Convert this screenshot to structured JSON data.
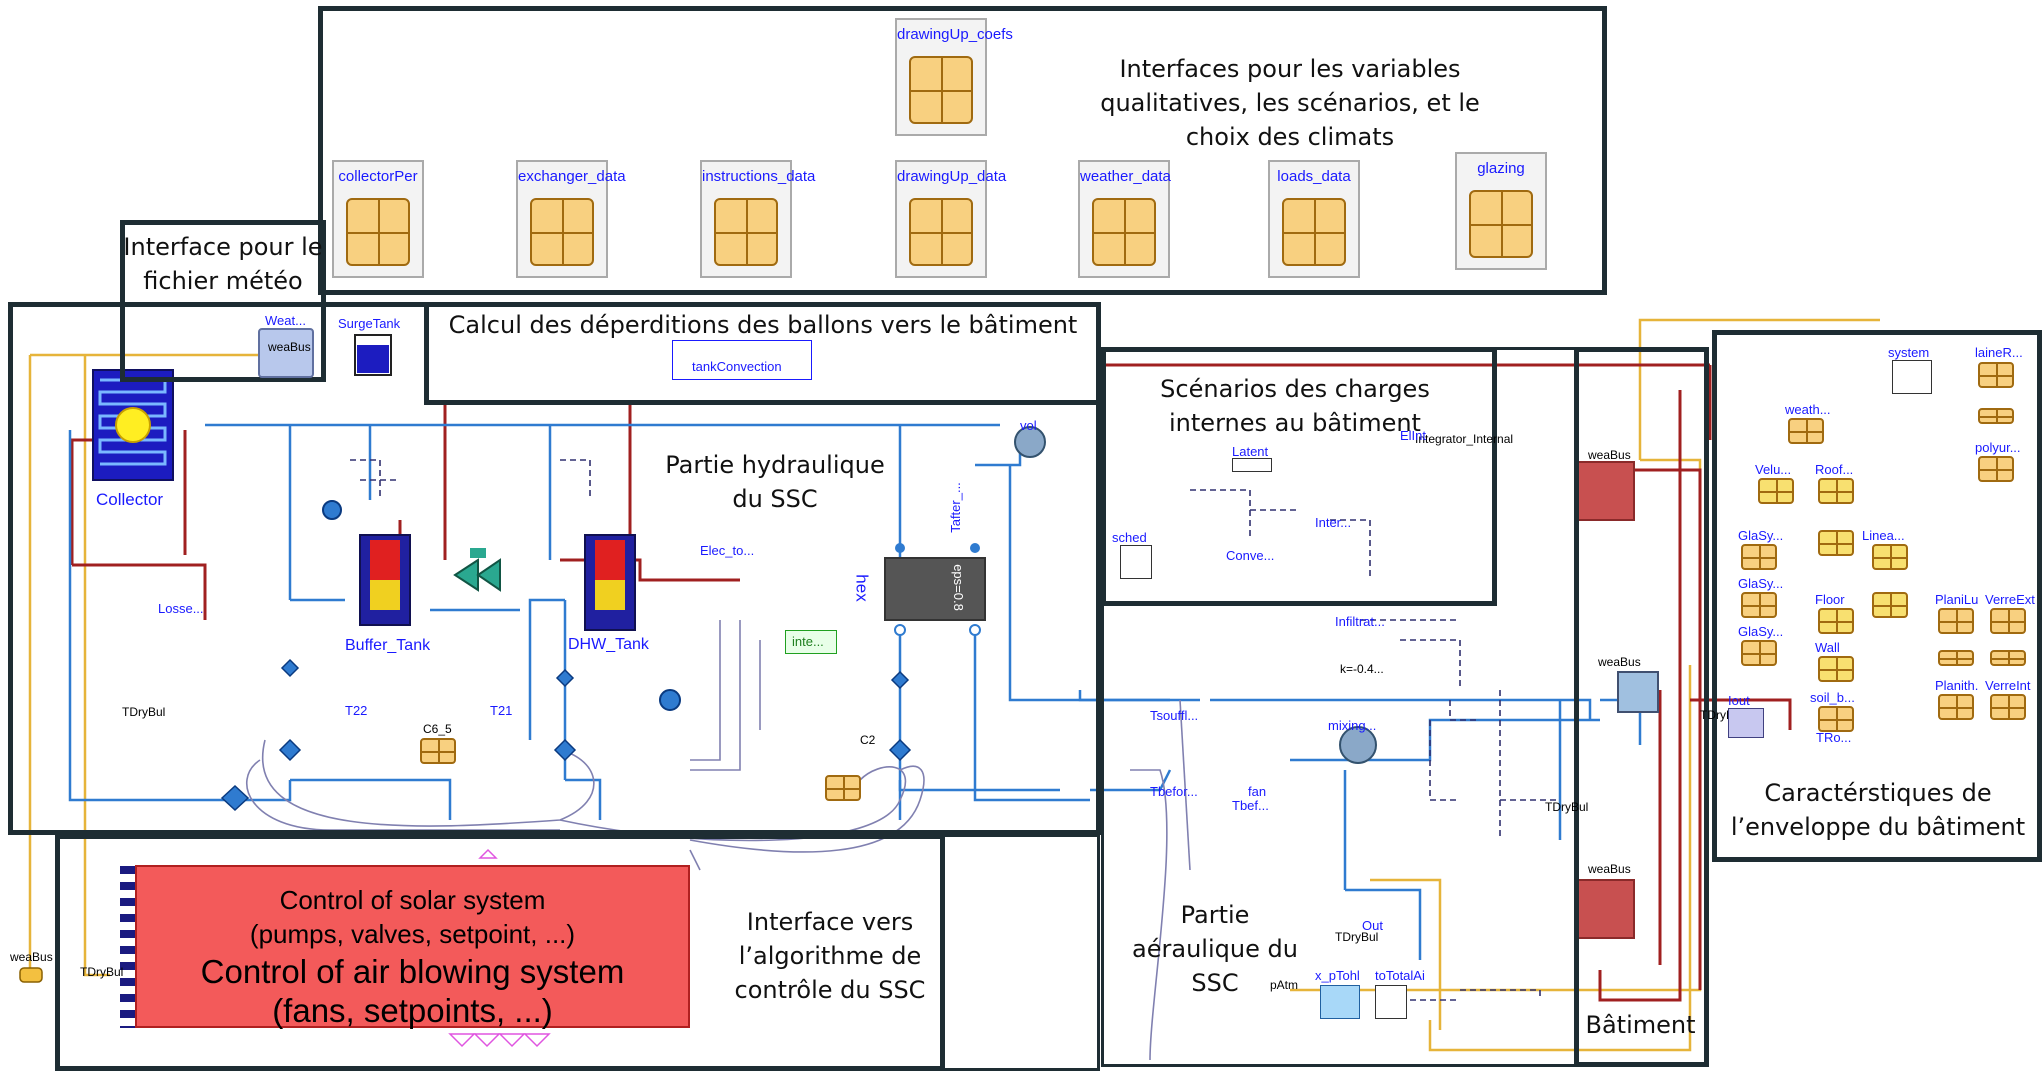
{
  "notes": {
    "interfaces_vars": "Interfaces pour les variables qualitatives, les scénarios, et le choix des climats",
    "interface_meteo": "Interface pour le fichier météo",
    "deperditions": "Calcul des déperditions des ballons vers le bâtiment",
    "partie_hydraulique": "Partie hydraulique du SSC",
    "scenarios_charges": "Scénarios des charges internes au bâtiment",
    "partie_aeraulique": "Partie aéraulique du SSC",
    "interface_algo": "Interface vers l’algorithme de contrôle du SSC",
    "batiment": "Bâtiment",
    "caracteristiques": "Caractérstiques de l’enveloppe du bâtiment"
  },
  "records": [
    "drawingUp_coefs",
    "collectorPer",
    "exchanger_data",
    "instructions_data",
    "drawingUp_data",
    "weather_data",
    "loads_data",
    "glazing"
  ],
  "control_block": {
    "line1": "Control of solar system",
    "line2": "(pumps, valves, setpoint, ...)",
    "line3": "Control of air blowing system",
    "line4": "(fans, setpoints, ...)"
  },
  "components": {
    "weather": "Weat...",
    "weabus": "weaBus",
    "surgetank": "SurgeTank",
    "collector": "Collector",
    "tankconvection": "tankConvection",
    "buffer_tank": "Buffer_Tank",
    "dhw_tank": "DHW_Tank",
    "hex": "hex",
    "eps": "eps=0.8",
    "elec_to": "Elec_to...",
    "inte": "inte...",
    "tafter": "Tafter_...",
    "vol": "vol",
    "tsouffl": "Tsouffl...",
    "tbefor": "Tbefor...",
    "fan": "fan",
    "tbef": "Tbef...",
    "mixing": "mixing...",
    "infiltrat": "Infiltrat...",
    "k_infil": "k=-0.4...",
    "latent": "Latent",
    "conve": "Conve...",
    "sched": "sched",
    "inter": "Inter...",
    "integrator": "Integrator_Internal",
    "elint": "ElInt",
    "tdrybul": "TDryBul",
    "t22": "T22",
    "t21": "T21",
    "c6_5": "C6_5",
    "c2": "C2",
    "losse": "Losse...",
    "pdtm": "pAtm",
    "ptohl": "x_pTohl",
    "totalai": "toTotalAi",
    "out": "Out",
    "system": "system",
    "laine": "laineR...",
    "weath": "weath...",
    "polyur": "polyur...",
    "velu": "Velu...",
    "roof": "Roof...",
    "glasy": "GlaSy...",
    "linea": "Linea...",
    "floor": "Floor",
    "planilu": "PlaniLu",
    "verreext": "VerreExt",
    "wall": "Wall",
    "planith": "Planith.",
    "verreint": "VerreInt",
    "soil": "soil_b...",
    "tro": "TRo...",
    "iout": "Iout"
  }
}
